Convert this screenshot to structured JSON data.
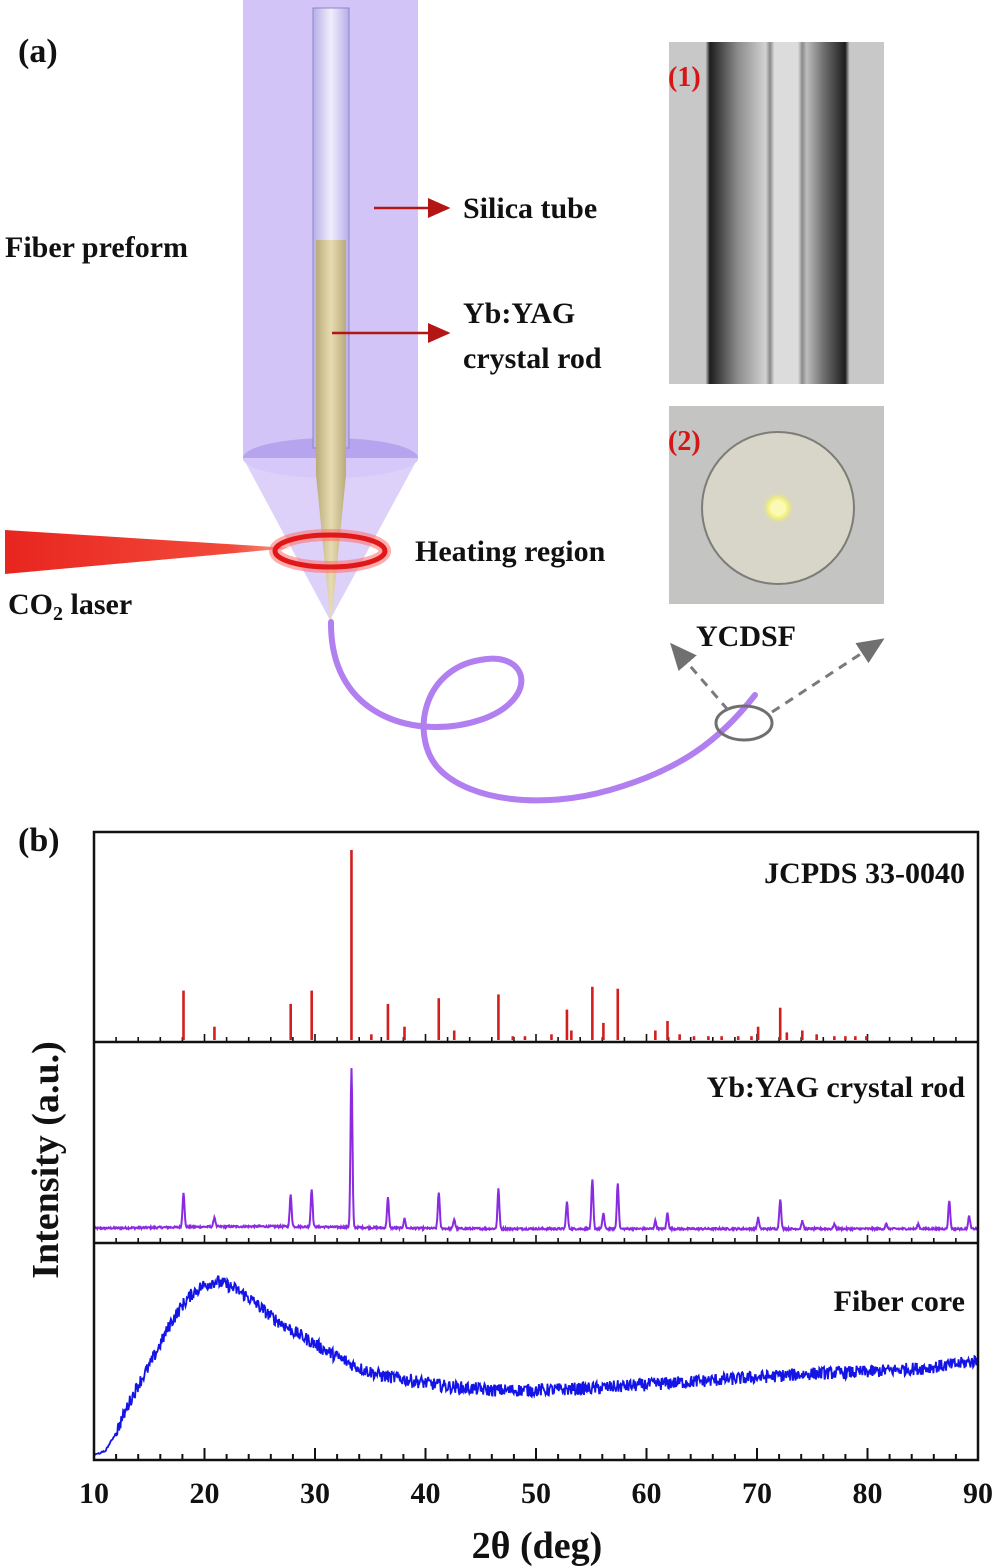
{
  "panel_a": {
    "label": "(a)",
    "fiber_preform": "Fiber preform",
    "silica_tube": "Silica tube",
    "crystal_rod_line1": "Yb:YAG",
    "crystal_rod_line2": "crystal rod",
    "heating_region": "Heating region",
    "laser_prefix": "CO",
    "laser_sub": "2",
    "laser_suffix": " laser",
    "inset1_label": "(1)",
    "inset2_label": "(2)",
    "fiber_name": "YCDSF",
    "colors": {
      "preform": "#c9b8f4",
      "rod": "#d7c99c",
      "laser": "#e8251f",
      "fiber": "#b27ff0",
      "arrow": "#b41616",
      "inset_label": "#d41616"
    }
  },
  "panel_b": {
    "label": "(b)",
    "ylabel": "Intensity (a.u.)",
    "xlabel": "2θ (deg)"
  },
  "chart_data": {
    "type": "line",
    "xlim": [
      10,
      90
    ],
    "x_ticks": [
      "10",
      "20",
      "30",
      "40",
      "50",
      "60",
      "70",
      "80",
      "90"
    ],
    "series": [
      {
        "name": "JCPDS 33-0040",
        "kind": "sticks",
        "color": "#d21e1e",
        "x": [
          18.1,
          20.9,
          27.8,
          29.7,
          33.3,
          35.1,
          36.6,
          38.1,
          41.2,
          42.6,
          46.6,
          47.9,
          49.0,
          51.4,
          52.8,
          53.2,
          55.1,
          56.1,
          57.4,
          60.8,
          61.9,
          63.0,
          64.3,
          65.6,
          66.8,
          68.3,
          69.5,
          70.1,
          72.1,
          72.7,
          74.1,
          75.4,
          77.0,
          78.0,
          78.9,
          79.9
        ],
        "y": [
          26,
          7,
          19,
          26,
          100,
          3,
          19,
          7,
          22,
          5,
          24,
          2,
          2,
          3,
          16,
          5,
          28,
          9,
          27,
          5,
          10,
          3,
          2,
          2,
          2,
          2,
          2,
          7,
          17,
          4,
          5,
          3,
          2,
          2,
          2,
          2
        ]
      },
      {
        "name": "Yb:YAG crystal rod",
        "kind": "peaks",
        "color": "#8a2be2",
        "x": [
          18.1,
          20.9,
          27.8,
          29.7,
          33.3,
          36.6,
          38.1,
          41.2,
          42.6,
          46.6,
          52.8,
          55.1,
          56.1,
          57.4,
          60.8,
          61.9,
          70.1,
          72.1,
          74.1,
          77.0,
          81.7,
          84.6,
          87.4,
          89.2
        ],
        "y": [
          22,
          6,
          20,
          24,
          100,
          19,
          6,
          23,
          6,
          25,
          17,
          31,
          10,
          29,
          5,
          10,
          7,
          19,
          5,
          3,
          3,
          3,
          18,
          8
        ]
      },
      {
        "name": "Fiber core",
        "kind": "amorphous",
        "color": "#1414e6",
        "x": [
          10,
          11,
          12,
          13,
          14,
          15,
          16,
          17,
          18,
          19,
          20,
          21,
          22,
          23,
          24,
          25,
          26,
          28,
          30,
          32,
          34,
          36,
          38,
          40,
          42,
          44,
          46,
          48,
          50,
          55,
          60,
          65,
          70,
          75,
          80,
          85,
          88,
          90
        ],
        "y": [
          0,
          2,
          12,
          26,
          38,
          48,
          60,
          72,
          81,
          88,
          92,
          94,
          92,
          89,
          85,
          80,
          75,
          67,
          60,
          53,
          47,
          43,
          41,
          39,
          37,
          36,
          35,
          35,
          35,
          36,
          38,
          40,
          42,
          44,
          45,
          47,
          49,
          51
        ]
      }
    ]
  }
}
